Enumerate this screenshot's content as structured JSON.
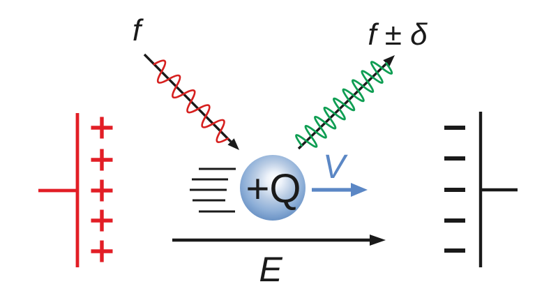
{
  "labels": {
    "incident_frequency": "f",
    "scattered_frequency": "f ± δ",
    "charge": "+Q",
    "velocity": "V",
    "electric_field": "E"
  },
  "colors": {
    "background": "#ffffff",
    "incident-wave": "#d6201f",
    "scattered-wave": "#0f9e53",
    "velocity": "#5b87c5",
    "positive-plate": "#e21e26",
    "negative-plate": "#1a1a1a",
    "black-arrow": "#1a1a1a",
    "sphere-rim": "#5d87bd",
    "sphere-mid": "#8fb0d8",
    "sphere-highlight": "#ffffff",
    "charge-text": "#1a1a1a"
  },
  "plates": {
    "left": {
      "polarity": "positive",
      "symbol": "+",
      "symbol_count": 5
    },
    "right": {
      "polarity": "negative",
      "symbol": "−",
      "symbol_count": 5
    }
  },
  "particle": {
    "motion_line_count": 5
  }
}
